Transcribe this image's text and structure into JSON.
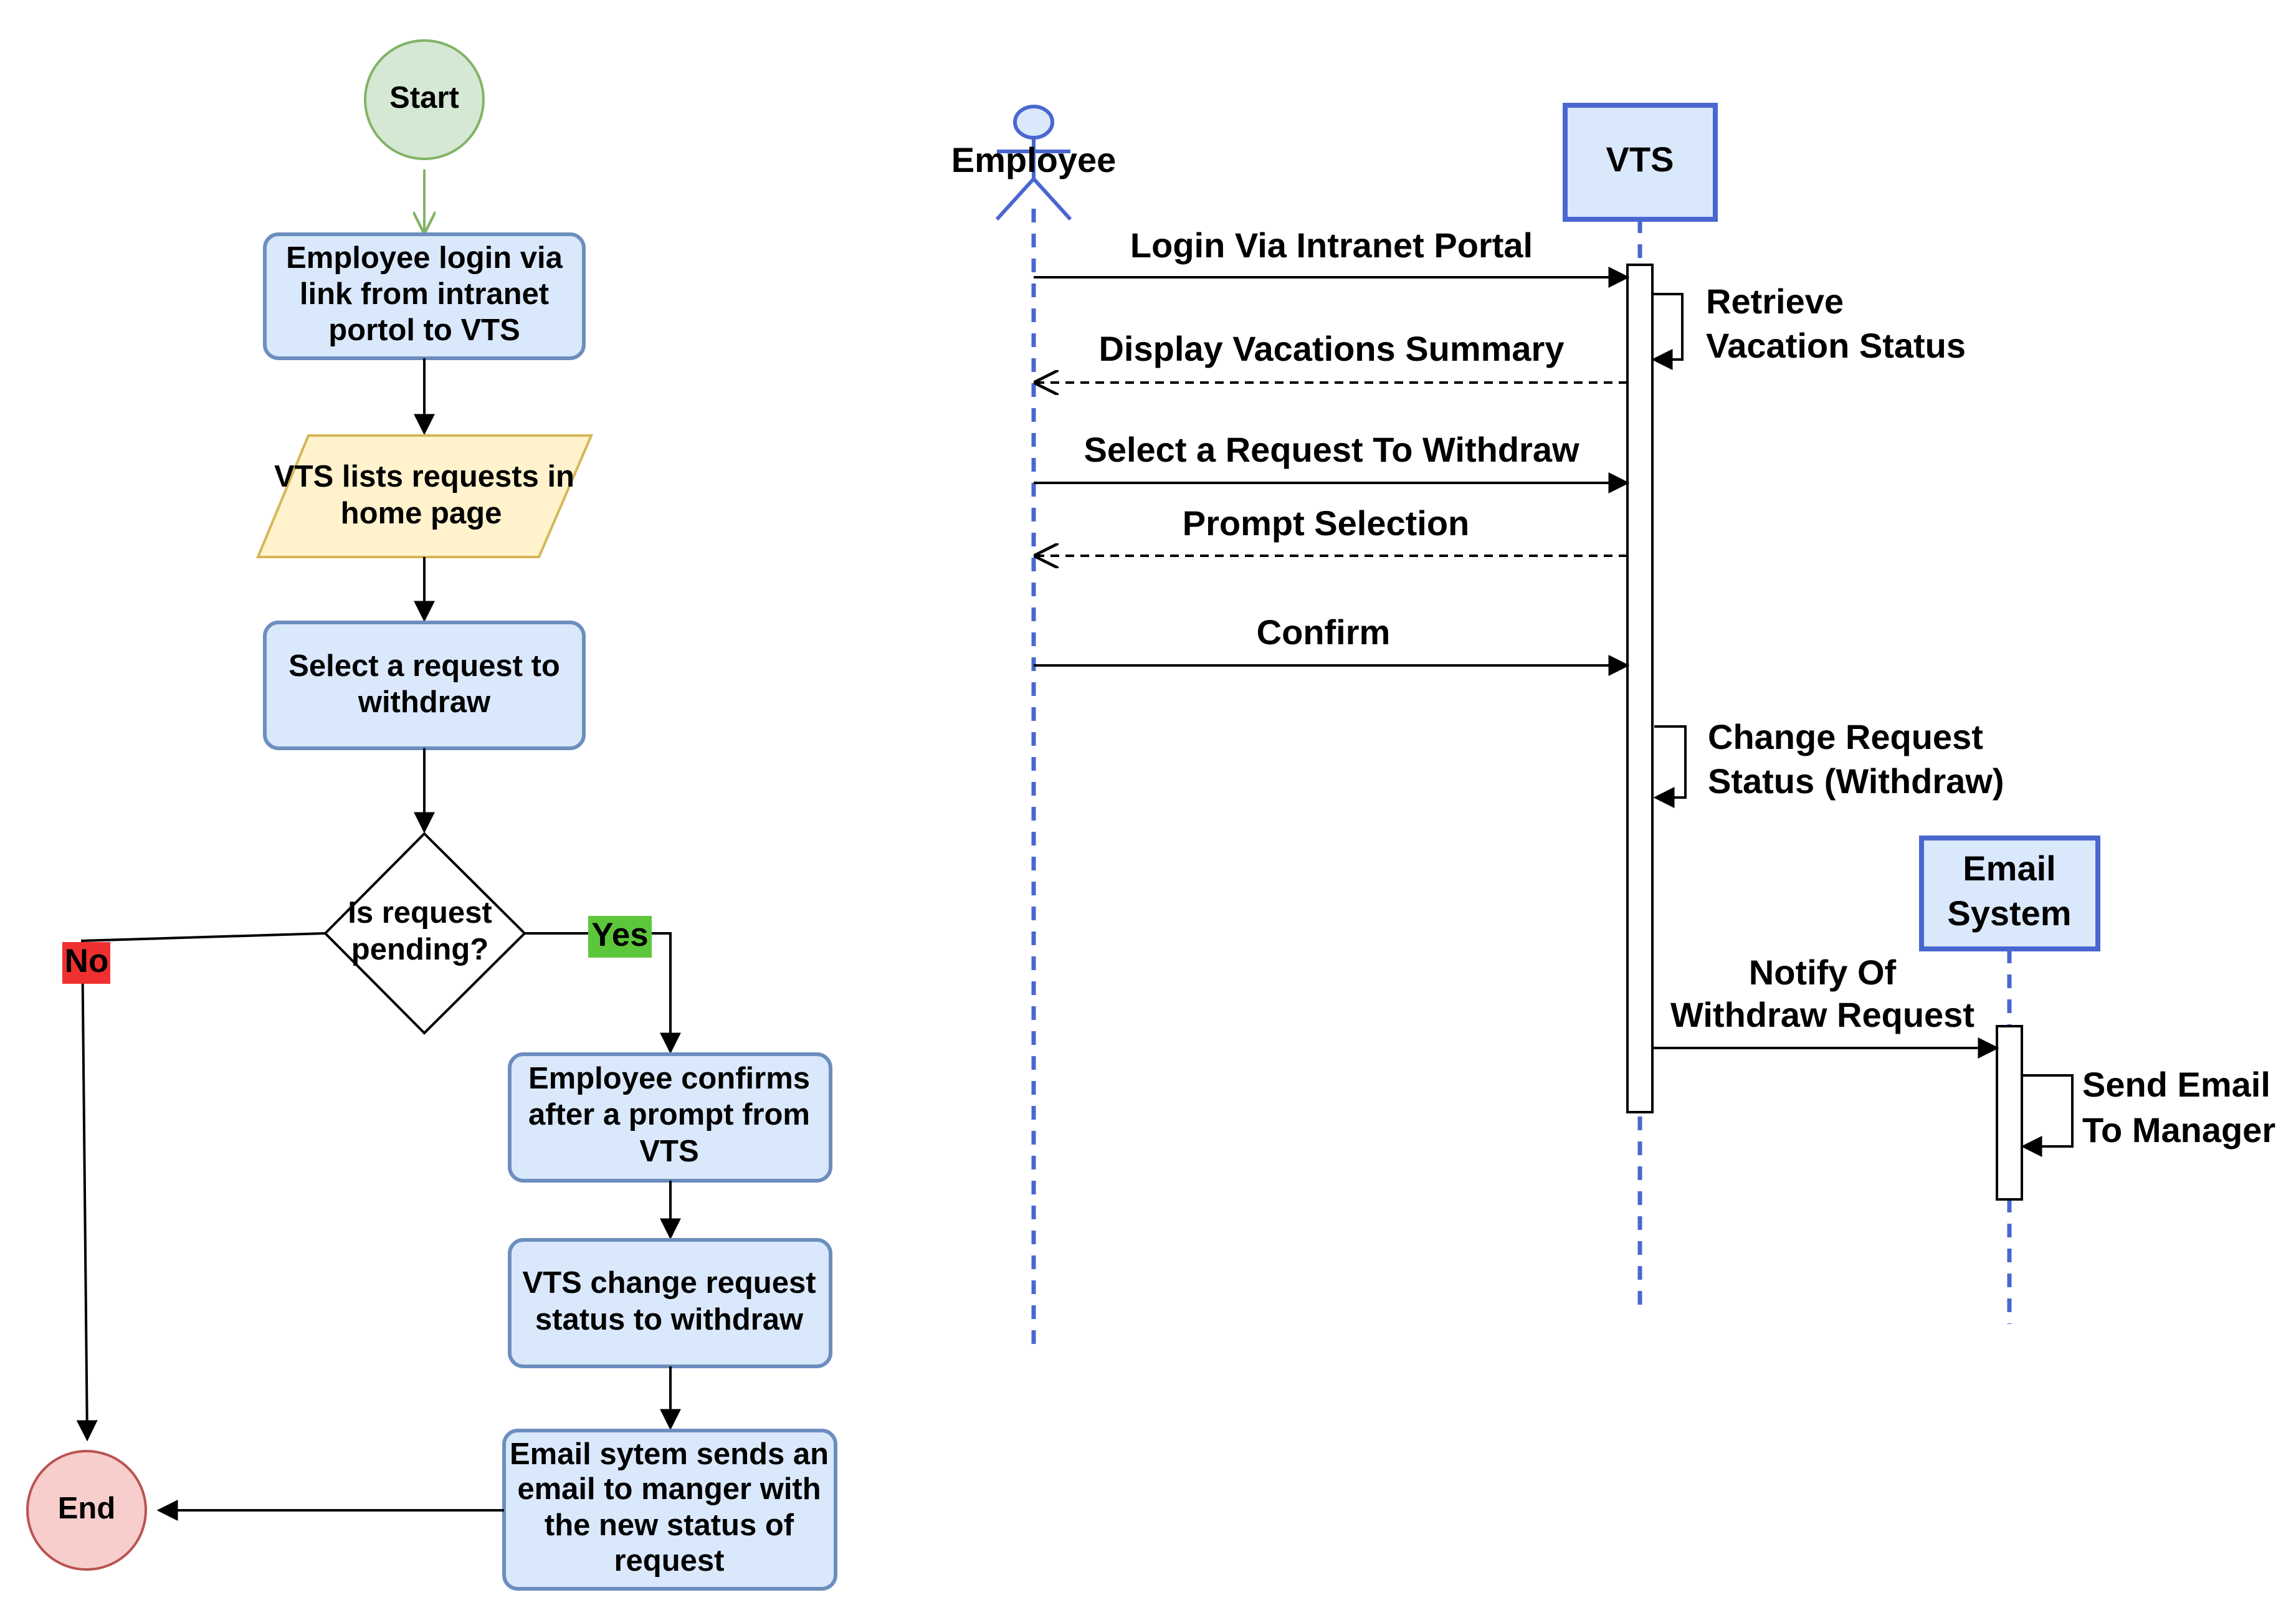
{
  "colors": {
    "process_fill": "#dae8fc",
    "process_stroke": "#6c8ebf",
    "io_fill": "#fff2cc",
    "io_stroke": "#d6b656",
    "start_fill": "#d5e8d4",
    "start_stroke": "#82b366",
    "end_fill": "#f8cecc",
    "end_stroke": "#b85450",
    "yes_fill": "#5dc73c",
    "no_fill": "#f03030",
    "lifeline": "#4a67d0",
    "participant_fill": "#dae8fc",
    "participant_stroke": "#4a67d0"
  },
  "flowchart": {
    "start": "Start",
    "login": [
      "Employee login via",
      "link from intranet",
      "portol to VTS"
    ],
    "list_requests": [
      "VTS lists requests in",
      "home page"
    ],
    "select_request": [
      "Select a request to",
      "withdraw"
    ],
    "decision": [
      "Is request",
      "pending?"
    ],
    "yes_label": "Yes",
    "no_label": "No",
    "confirm": [
      "Employee confirms",
      "after a prompt from",
      "VTS"
    ],
    "change_status": [
      "VTS change request",
      "status to withdraw"
    ],
    "email": [
      "Email sytem sends an",
      "email to manger with",
      "the new status of",
      "request"
    ],
    "end": "End"
  },
  "sequence": {
    "actor": "Employee",
    "vts": "VTS",
    "email_system": [
      "Email",
      "System"
    ],
    "messages": {
      "login": "Login Via Intranet Portal",
      "retrieve": [
        "Retrieve",
        "Vacation Status"
      ],
      "display": "Display Vacations Summary",
      "select": "Select a Request To Withdraw",
      "prompt": "Prompt Selection",
      "confirm": "Confirm",
      "change": [
        "Change Request",
        "Status (Withdraw)"
      ],
      "notify": [
        "Notify Of",
        "Withdraw Request"
      ],
      "send": [
        "Send Email",
        "To Manager"
      ]
    }
  }
}
